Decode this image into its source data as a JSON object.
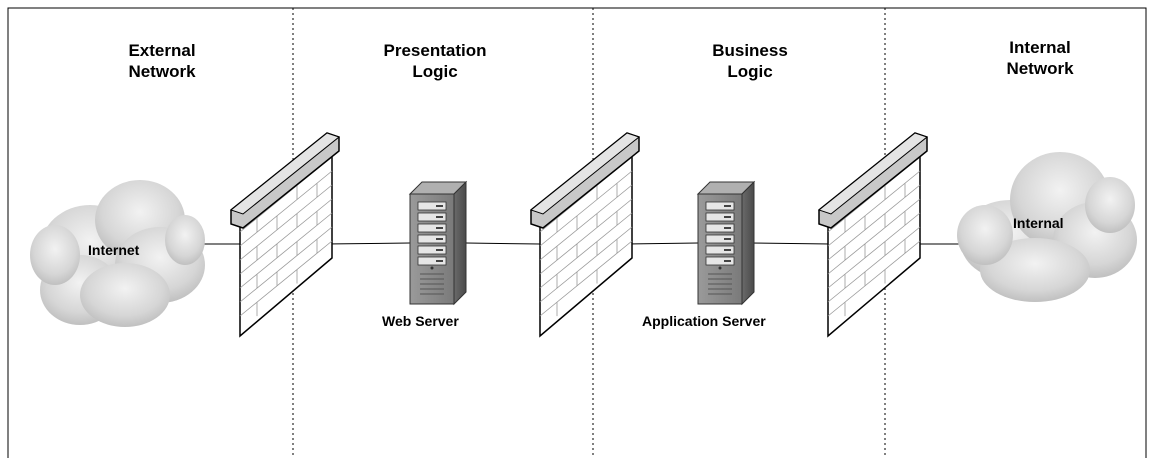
{
  "zones": [
    {
      "line1": "External",
      "line2": "Network"
    },
    {
      "line1": "Presentation",
      "line2": "Logic"
    },
    {
      "line1": "Business",
      "line2": "Logic"
    },
    {
      "line1": "Internal",
      "line2": "Network"
    }
  ],
  "nodes": {
    "internet": "Internet",
    "internal": "Internal",
    "web_server": "Web Server",
    "app_server": "Application Server"
  },
  "colors": {
    "border": "#000000",
    "divider": "#000000",
    "wall_cap": "#c8c8c8",
    "wall_face": "#ffffff",
    "cloud": "#d0d0d0",
    "server_body": "#8a8a8a"
  }
}
